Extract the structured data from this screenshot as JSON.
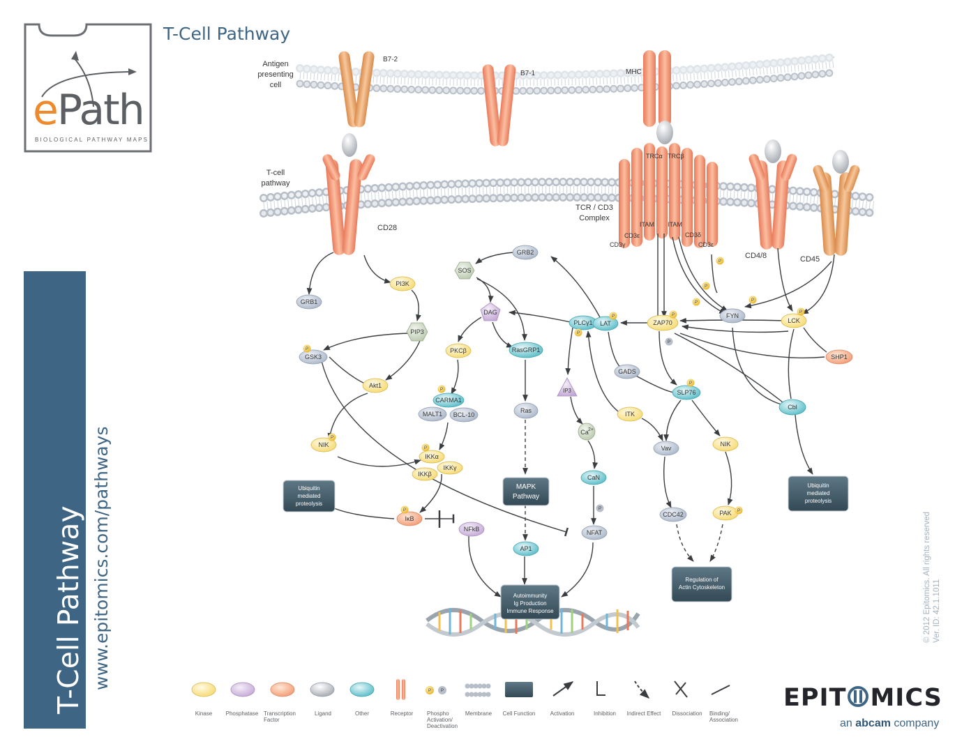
{
  "title": "T-Cell Pathway",
  "logo": {
    "letter_e": "e",
    "word_path": "Path",
    "tagline": "BIOLOGICAL PATHWAY MAPS"
  },
  "sidebar": {
    "title": "T-Cell Pathway",
    "url": "www.epitomics.com/pathways"
  },
  "copyright": {
    "line1": "© 2012 Epitomics. All rights reserved",
    "line2": "Ver. ID: 42.1.1011"
  },
  "brand": {
    "name_left": "EPIT",
    "name_right": "MICS",
    "tagline_pre": "an",
    "tagline_abcam": "abcam",
    "tagline_post": "company"
  },
  "colors": {
    "kinase": "#fbe9a4",
    "phosphatase": "#d9c7e4",
    "transcription_factor": "#f7b98c",
    "ligand": "#c9ccd1",
    "other": "#9fd7de",
    "receptor": "#f39a73",
    "cell_function": "#415a69",
    "brand_blue": "#3e6584"
  },
  "membrane_labels": {
    "apc_line1": "Antigen",
    "apc_line2": "presenting",
    "apc_line3": "cell",
    "tcell_line1": "T-cell",
    "tcell_line2": "pathway"
  },
  "receptor_labels": {
    "b72": "B7-2",
    "b71": "B7-1",
    "mhc": "MHC",
    "cd28": "CD28",
    "tcr_line1": "TCR / CD3",
    "tcr_line2": "Complex",
    "trca": "TRCα",
    "trcb": "TRCβ",
    "itam_left": "ITAM",
    "itam_right": "ITAM",
    "cd3e_left": "CD3ε",
    "cd3g": "CD3γ",
    "cd3d": "CD3δ",
    "cd3e_right": "CD3ε",
    "cd48": "CD4/8",
    "cd45": "CD45"
  },
  "nodes": {
    "grb1": "GRB1",
    "pi3k": "PI3K",
    "pip3": "PIP3",
    "gsk3": "GSK3",
    "akt1": "Akt1",
    "nik_left": "NIK",
    "sos": "SOS",
    "grb2": "GRB2",
    "dag": "DAG",
    "pkcb": "PKCβ",
    "rasgrp1": "RasGRP1",
    "carma1": "CARMA1",
    "malt1": "MALT1",
    "bcl10": "BCL-10",
    "ikka": "IKKα",
    "ikkb": "IKKβ",
    "ikkg": "IKKγ",
    "ikb": "IκB",
    "nfkb": "NFkB",
    "ras": "Ras",
    "ap1": "AP1",
    "ip3": "IP3",
    "ca": "Ca",
    "ca_sup": "2+",
    "can": "CaN",
    "nfat": "NFAT",
    "plcg1": "PLCγ1",
    "lat": "LAT",
    "zap70": "ZAP70",
    "fyn": "FYN",
    "lck": "LCK",
    "shp1": "SHP1",
    "gads": "GADS",
    "slp76": "SLP76",
    "itk": "ITK",
    "vav": "Vav",
    "nik_right": "NIK",
    "cdc42": "CDC42",
    "pak": "PAK",
    "cbl": "Cbl"
  },
  "phospho": {
    "p": "P"
  },
  "functions": {
    "ubiq_left_l1": "Ubiquitin",
    "ubiq_left_l2": "mediated",
    "ubiq_left_l3": "proteolysis",
    "mapk_l1": "MAPK",
    "mapk_l2": "Pathway",
    "auto_l1": "Autoimmunity",
    "auto_l2": "Ig Production",
    "auto_l3": "Immune Response",
    "actin_l1": "Regulation of",
    "actin_l2": "Actin Cytoskeleton",
    "ubiq_right_l1": "Ubiquitin",
    "ubiq_right_l2": "mediated",
    "ubiq_right_l3": "proteolysis"
  },
  "legend": [
    {
      "label": "Kinase"
    },
    {
      "label": "Phosphatase"
    },
    {
      "label": "Transcription Factor"
    },
    {
      "label": "Ligand"
    },
    {
      "label": "Other"
    },
    {
      "label": "Receptor"
    },
    {
      "label": "Phospho Activation/ Deactivation"
    },
    {
      "label": "Membrane"
    },
    {
      "label": "Cell Function"
    },
    {
      "label": "Activation"
    },
    {
      "label": "Inhibition"
    },
    {
      "label": "Indirect Effect"
    },
    {
      "label": "Dissociation"
    },
    {
      "label": "Binding/ Association"
    }
  ]
}
